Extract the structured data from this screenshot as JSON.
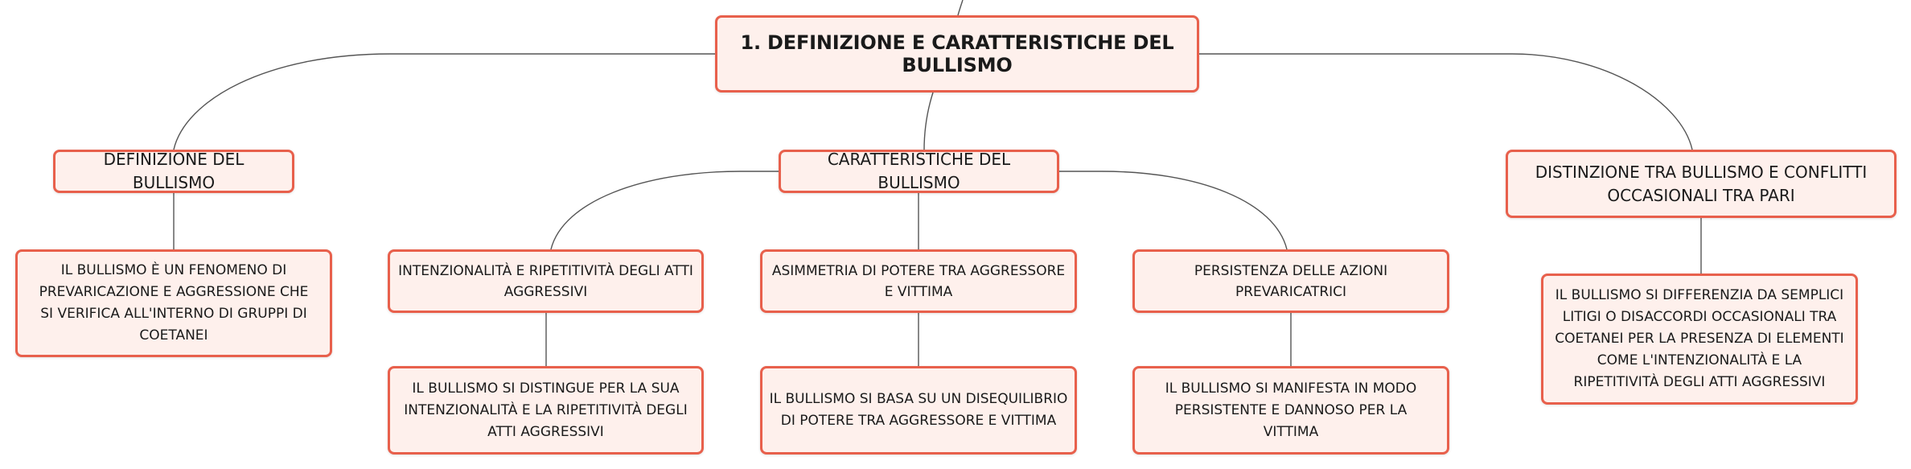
{
  "colors": {
    "node_fill": "#fef0ec",
    "node_border": "#e8604c",
    "connector": "#555555",
    "background": "#ffffff"
  },
  "map": {
    "root": "1. DEFINIZIONE E CARATTERISTICHE DEL BULLISMO",
    "branch_definizione": {
      "title": "DEFINIZIONE DEL BULLISMO",
      "detail": "IL BULLISMO È UN FENOMENO DI PREVARICAZIONE E AGGRESSIONE CHE SI VERIFICA ALL'INTERNO DI GRUPPI DI COETANEI"
    },
    "branch_caratteristiche": {
      "title": "CARATTERISTICHE DEL BULLISMO",
      "intenzionalita": {
        "title": "INTENZIONALITÀ E RIPETITIVITÀ DEGLI ATTI AGGRESSIVI",
        "detail": "IL BULLISMO SI DISTINGUE PER LA SUA INTENZIONALITÀ E LA RIPETITIVITÀ DEGLI ATTI AGGRESSIVI"
      },
      "asimmetria": {
        "title": "ASIMMETRIA DI POTERE TRA AGGRESSORE E VITTIMA",
        "detail": "IL BULLISMO SI BASA SU UN DISEQUILIBRIO DI POTERE TRA AGGRESSORE E VITTIMA"
      },
      "persistenza": {
        "title": "PERSISTENZA DELLE AZIONI PREVARICATRICI",
        "detail": "IL BULLISMO SI MANIFESTA IN MODO PERSISTENTE E DANNOSO PER LA VITTIMA"
      }
    },
    "branch_distinzione": {
      "title": "DISTINZIONE TRA BULLISMO E CONFLITTI OCCASIONALI TRA PARI",
      "detail": "IL BULLISMO SI DIFFERENZIA DA SEMPLICI LITIGI O DISACCORDI OCCASIONALI TRA COETANEI PER LA PRESENZA DI ELEMENTI COME L'INTENZIONALITÀ E LA RIPETITIVITÀ DEGLI ATTI AGGRESSIVI"
    }
  }
}
